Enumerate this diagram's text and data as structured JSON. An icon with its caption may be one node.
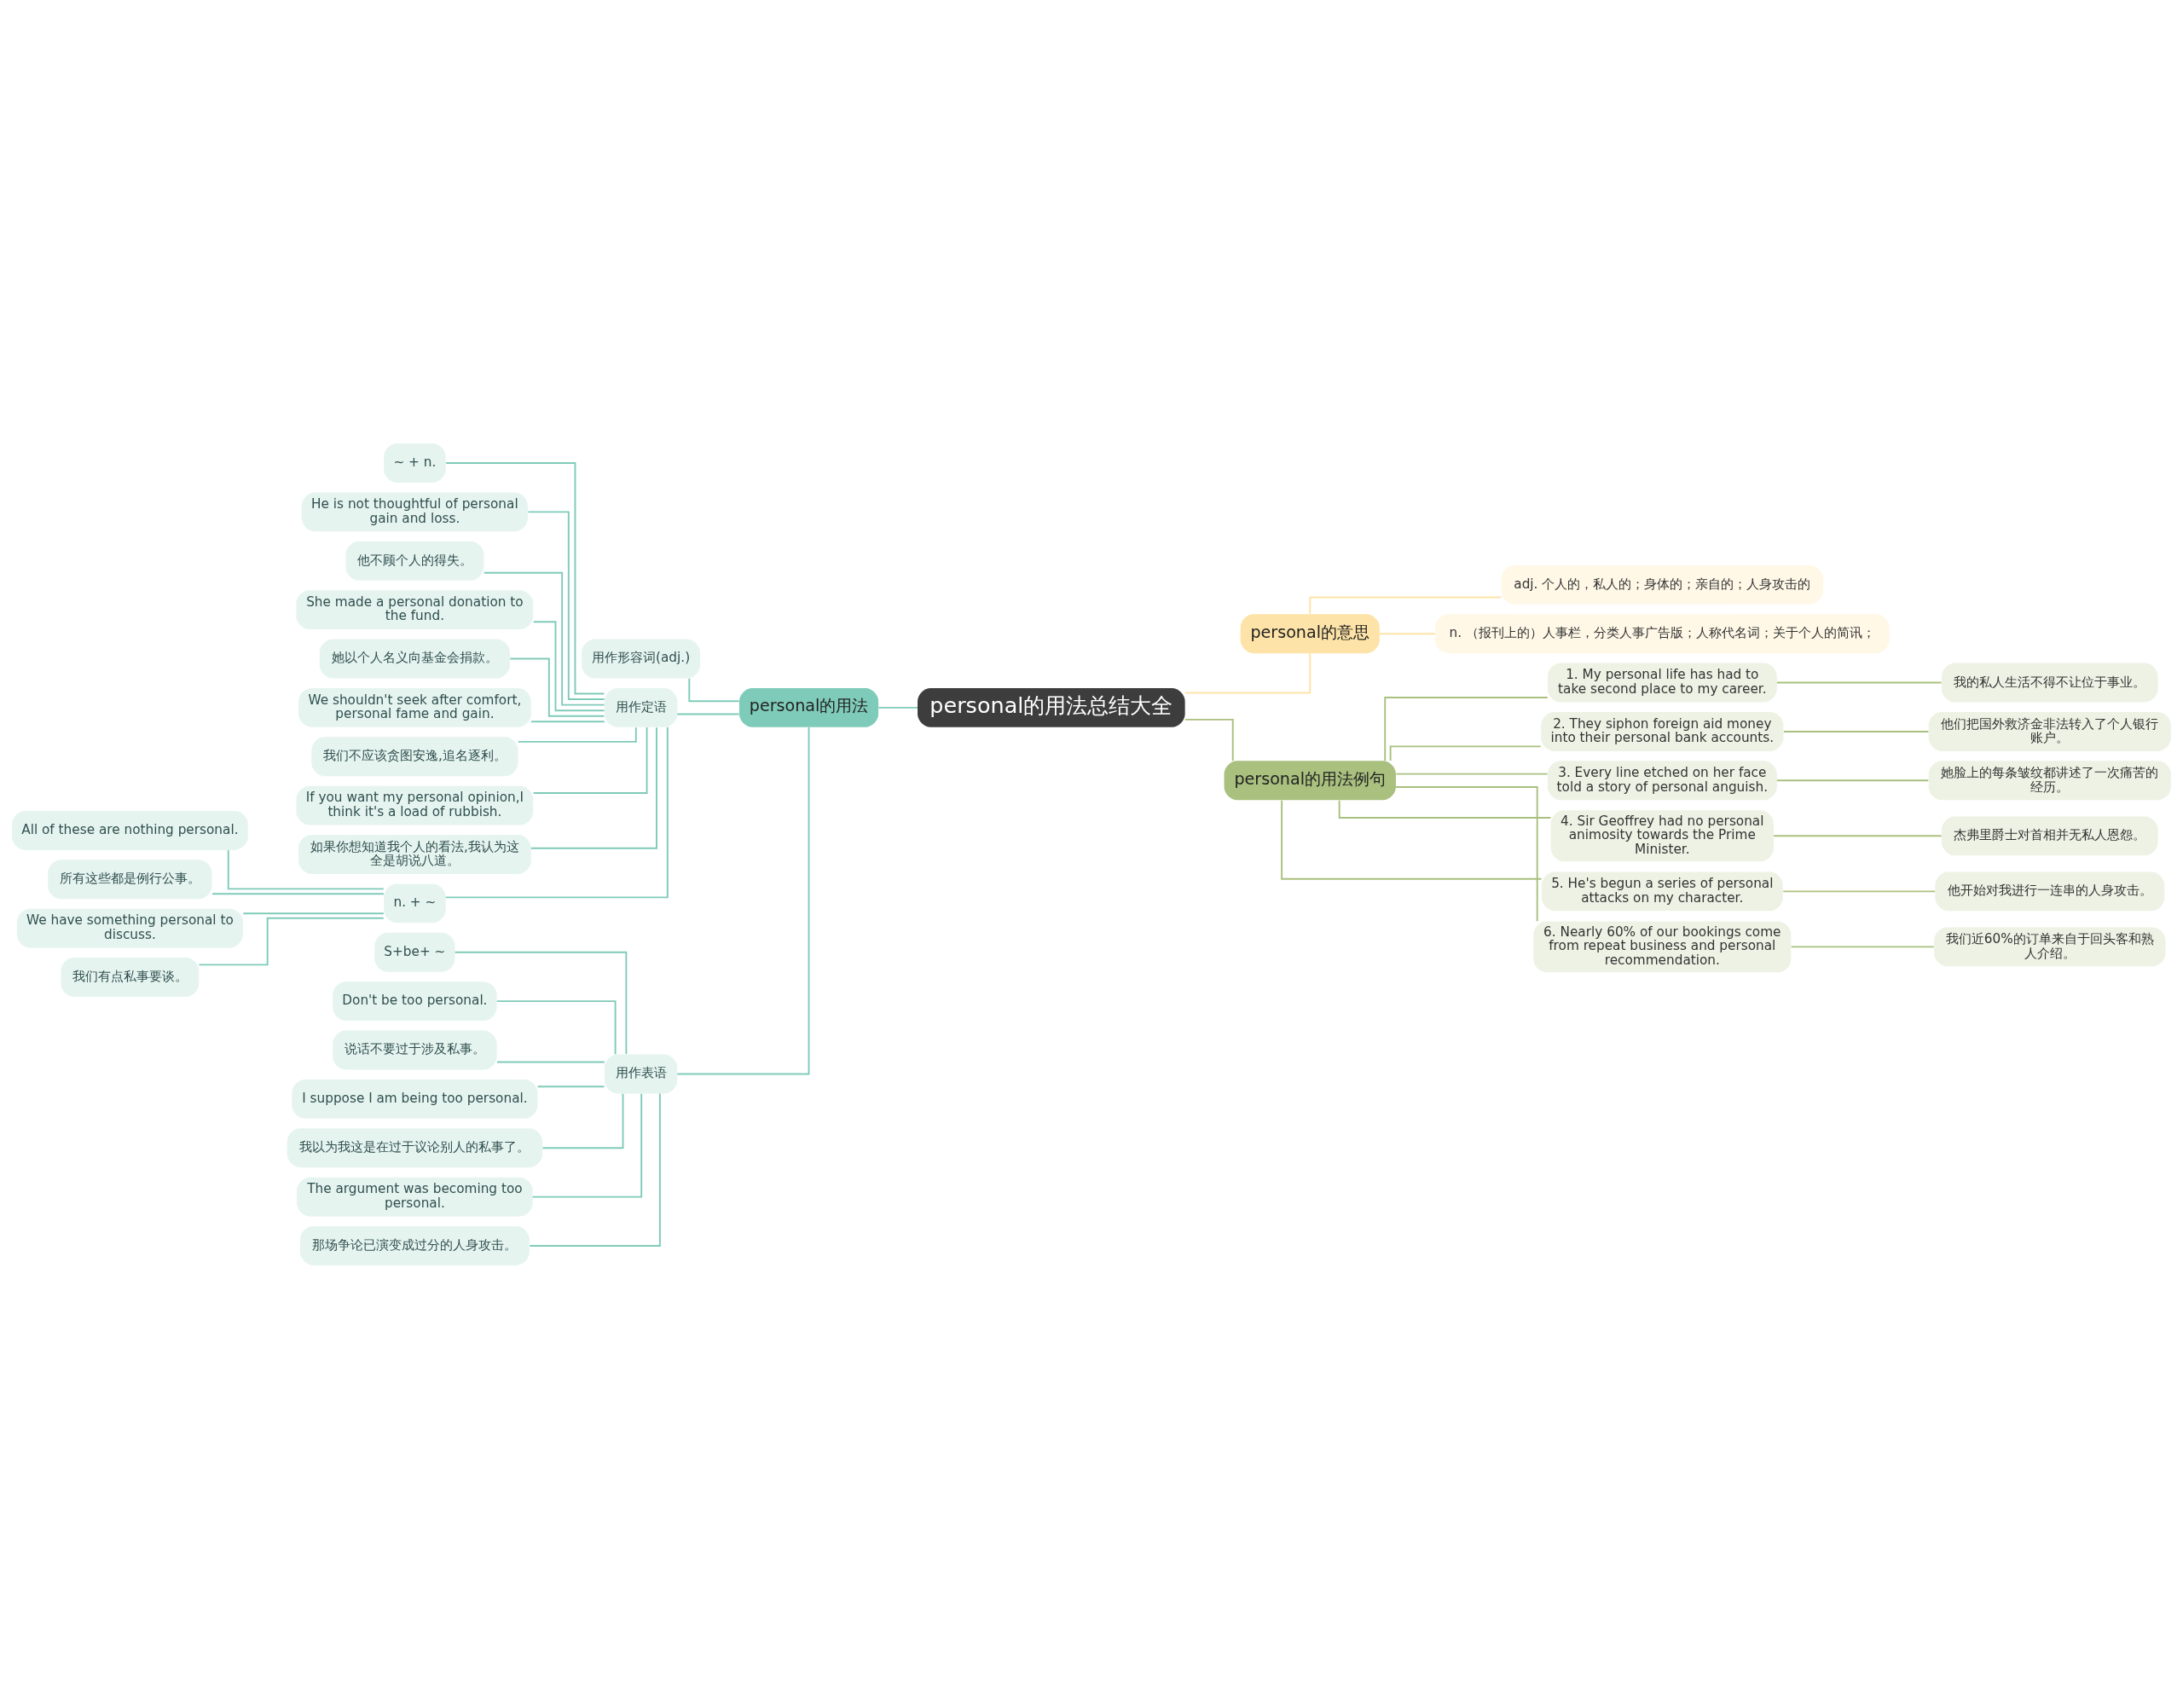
{
  "diagram": {
    "nodes": [
      {
        "text": [
          "personal的用法总结大全"
        ]
      },
      {
        "text": [
          "personal的用法"
        ]
      },
      {
        "text": [
          "用作形容词(adj.)"
        ]
      },
      {
        "text": [
          "用作定语"
        ]
      },
      {
        "text": [
          "~ + n."
        ]
      },
      {
        "text": [
          "He is not thoughtful of personal gain and loss."
        ]
      },
      {
        "text": [
          "他不顾个人的得失。"
        ]
      },
      {
        "text": [
          "She made a personal donation to the fund."
        ]
      },
      {
        "text": [
          "她以个人名义向基金会捐款。"
        ]
      },
      {
        "text": [
          "We shouldn't seek after comfort, personal fame and gain."
        ]
      },
      {
        "text": [
          "我们不应该贪图安逸,追名逐利。"
        ]
      },
      {
        "text": [
          "If you want my personal opinion,I think it's a load of rubbish."
        ]
      },
      {
        "text": [
          "如果你想知道我个人的看法,我认为这全是胡说八道。"
        ]
      },
      {
        "text": [
          "n. + ~"
        ]
      },
      {
        "text": [
          "All of these are nothing personal."
        ]
      },
      {
        "text": [
          "所有这些都是例行公事。"
        ]
      },
      {
        "text": [
          "We have something personal to discuss."
        ]
      },
      {
        "text": [
          "我们有点私事要谈。"
        ]
      },
      {
        "text": [
          "用作表语"
        ]
      },
      {
        "text": [
          "S+be+ ~"
        ]
      },
      {
        "text": [
          "Don't be too personal."
        ]
      },
      {
        "text": [
          "说话不要过于涉及私事。"
        ]
      },
      {
        "text": [
          "I suppose I am being too personal."
        ]
      },
      {
        "text": [
          "我以为我这是在过于议论别人的私事了。"
        ]
      },
      {
        "text": [
          "The argument was becoming too personal."
        ]
      },
      {
        "text": [
          "那场争论已演变成过分的人身攻击。"
        ]
      },
      {
        "text": [
          "personal的意思"
        ]
      },
      {
        "text": [
          "adj. 个人的，私人的；身体的；亲自的；人身攻击的"
        ]
      },
      {
        "text": [
          "n. （报刊上的）人事栏，分类人事广告版；人称代名词；关于个人的简讯；"
        ]
      },
      {
        "text": [
          "personal的用法例句"
        ]
      },
      {
        "text": [
          "1. My personal life has had to take second place to my career."
        ]
      },
      {
        "text": [
          "我的私人生活不得不让位于事业。"
        ]
      },
      {
        "text": [
          "2. They siphon foreign aid money into their personal bank accounts."
        ]
      },
      {
        "text": [
          "他们把国外救济金非法转入了个人银行账户。"
        ]
      },
      {
        "text": [
          "3. Every line etched on her face told a story of personal anguish."
        ]
      },
      {
        "text": [
          "她脸上的每条皱纹都讲述了一次痛苦的经历。"
        ]
      },
      {
        "text": [
          "4. Sir Geoffrey had no personal animosity towards the Prime Minister."
        ]
      },
      {
        "text": [
          "杰弗里爵士对首相并无私人恩怨。"
        ]
      },
      {
        "text": [
          "5. He's begun a series of personal attacks on my character."
        ]
      },
      {
        "text": [
          "他开始对我进行一连串的人身攻击。"
        ]
      },
      {
        "text": [
          "6. Nearly 60% of our bookings come from repeat business and personal recommendation."
        ]
      },
      {
        "text": [
          "我们近60%的订单来自于回头客和熟人介绍。"
        ]
      }
    ],
    "edges": [
      {
        "from": 0,
        "to": 1,
        "arrow": "none"
      },
      {
        "from": 1,
        "to": 2,
        "arrow": "none"
      },
      {
        "from": 1,
        "to": 3,
        "arrow": "none"
      },
      {
        "from": 3,
        "to": 4,
        "arrow": "none"
      },
      {
        "from": 3,
        "to": 5,
        "arrow": "none"
      },
      {
        "from": 3,
        "to": 6,
        "arrow": "none"
      },
      {
        "from": 3,
        "to": 7,
        "arrow": "none"
      },
      {
        "from": 3,
        "to": 8,
        "arrow": "none"
      },
      {
        "from": 3,
        "to": 9,
        "arrow": "none"
      },
      {
        "from": 3,
        "to": 10,
        "arrow": "none"
      },
      {
        "from": 3,
        "to": 11,
        "arrow": "none"
      },
      {
        "from": 3,
        "to": 12,
        "arrow": "none"
      },
      {
        "from": 3,
        "to": 13,
        "arrow": "none"
      },
      {
        "from": 13,
        "to": 14,
        "arrow": "none"
      },
      {
        "from": 13,
        "to": 15,
        "arrow": "none"
      },
      {
        "from": 13,
        "to": 16,
        "arrow": "none"
      },
      {
        "from": 13,
        "to": 17,
        "arrow": "none"
      },
      {
        "from": 1,
        "to": 18,
        "arrow": "none"
      },
      {
        "from": 18,
        "to": 19,
        "arrow": "none"
      },
      {
        "from": 18,
        "to": 20,
        "arrow": "none"
      },
      {
        "from": 18,
        "to": 21,
        "arrow": "none"
      },
      {
        "from": 18,
        "to": 22,
        "arrow": "none"
      },
      {
        "from": 18,
        "to": 23,
        "arrow": "none"
      },
      {
        "from": 18,
        "to": 24,
        "arrow": "none"
      },
      {
        "from": 18,
        "to": 25,
        "arrow": "none"
      },
      {
        "from": 0,
        "to": 26,
        "arrow": "none",
        "color": "#fde3a7"
      },
      {
        "from": 26,
        "to": 27,
        "arrow": "none",
        "color": "#fde3a7"
      },
      {
        "from": 26,
        "to": 28,
        "arrow": "none",
        "color": "#fde3a7"
      },
      {
        "from": 0,
        "to": 29,
        "arrow": "none",
        "color": "#a9c07e"
      },
      {
        "from": 29,
        "to": 30,
        "arrow": "none",
        "color": "#a9c07e"
      },
      {
        "from": 30,
        "to": 31,
        "arrow": "none",
        "color": "#a9c07e"
      },
      {
        "from": 29,
        "to": 32,
        "arrow": "none",
        "color": "#a9c07e"
      },
      {
        "from": 32,
        "to": 33,
        "arrow": "none",
        "color": "#a9c07e"
      },
      {
        "from": 29,
        "to": 34,
        "arrow": "none",
        "color": "#a9c07e"
      },
      {
        "from": 34,
        "to": 35,
        "arrow": "none",
        "color": "#a9c07e"
      },
      {
        "from": 29,
        "to": 36,
        "arrow": "none",
        "color": "#a9c07e"
      },
      {
        "from": 36,
        "to": 37,
        "arrow": "none",
        "color": "#a9c07e"
      },
      {
        "from": 29,
        "to": 38,
        "arrow": "none",
        "color": "#a9c07e"
      },
      {
        "from": 38,
        "to": 39,
        "arrow": "none",
        "color": "#a9c07e"
      },
      {
        "from": 29,
        "to": 40,
        "arrow": "none",
        "color": "#a9c07e"
      },
      {
        "from": 40,
        "to": 41,
        "arrow": "none",
        "color": "#a9c07e"
      }
    ]
  }
}
